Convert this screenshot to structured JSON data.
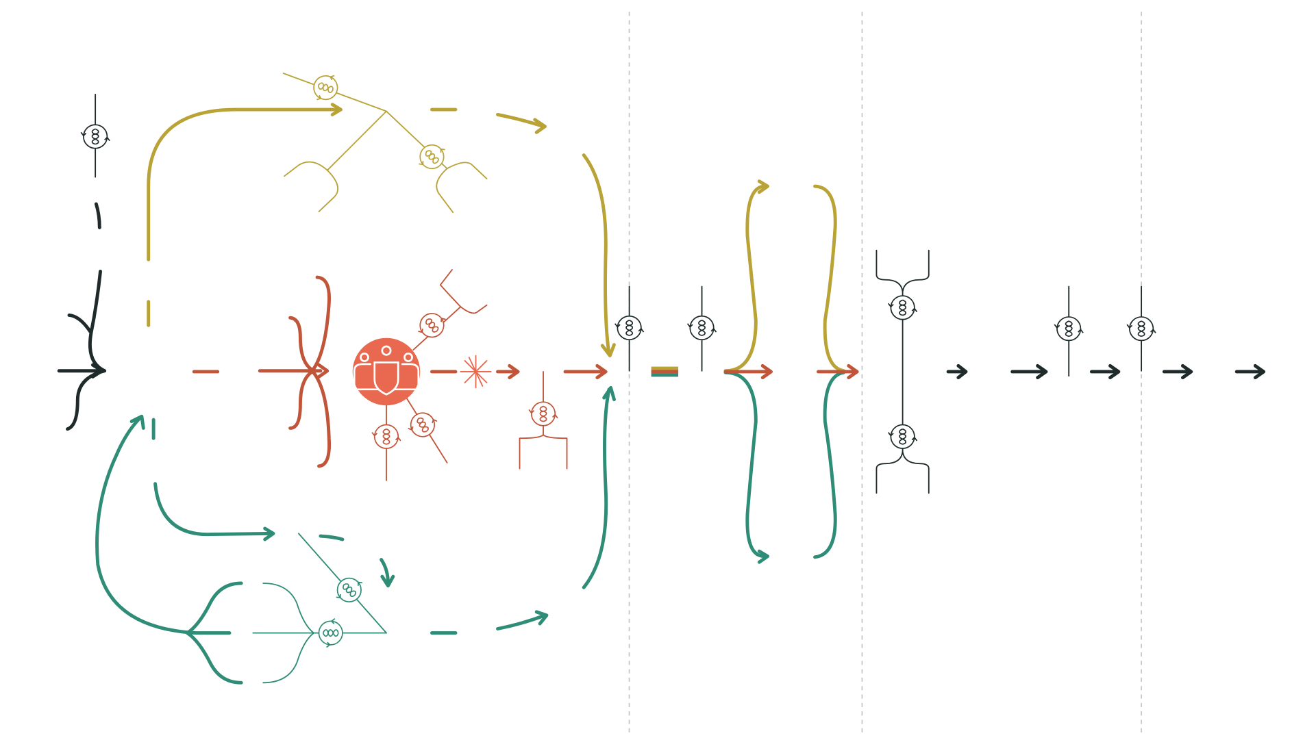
{
  "diagram": {
    "title": "",
    "labels": [],
    "colors": {
      "ink": "#1f2a2a",
      "gold": "#b9a336",
      "rust": "#c0553a",
      "teal": "#2f8c76",
      "hub": "#e8694f",
      "guide": "#c8c8c8"
    },
    "icons": [
      "cycle-icon",
      "team-shield-icon",
      "spark-icon",
      "three-color-bar-icon"
    ],
    "flows": [
      "ink",
      "gold",
      "rust",
      "teal"
    ]
  }
}
